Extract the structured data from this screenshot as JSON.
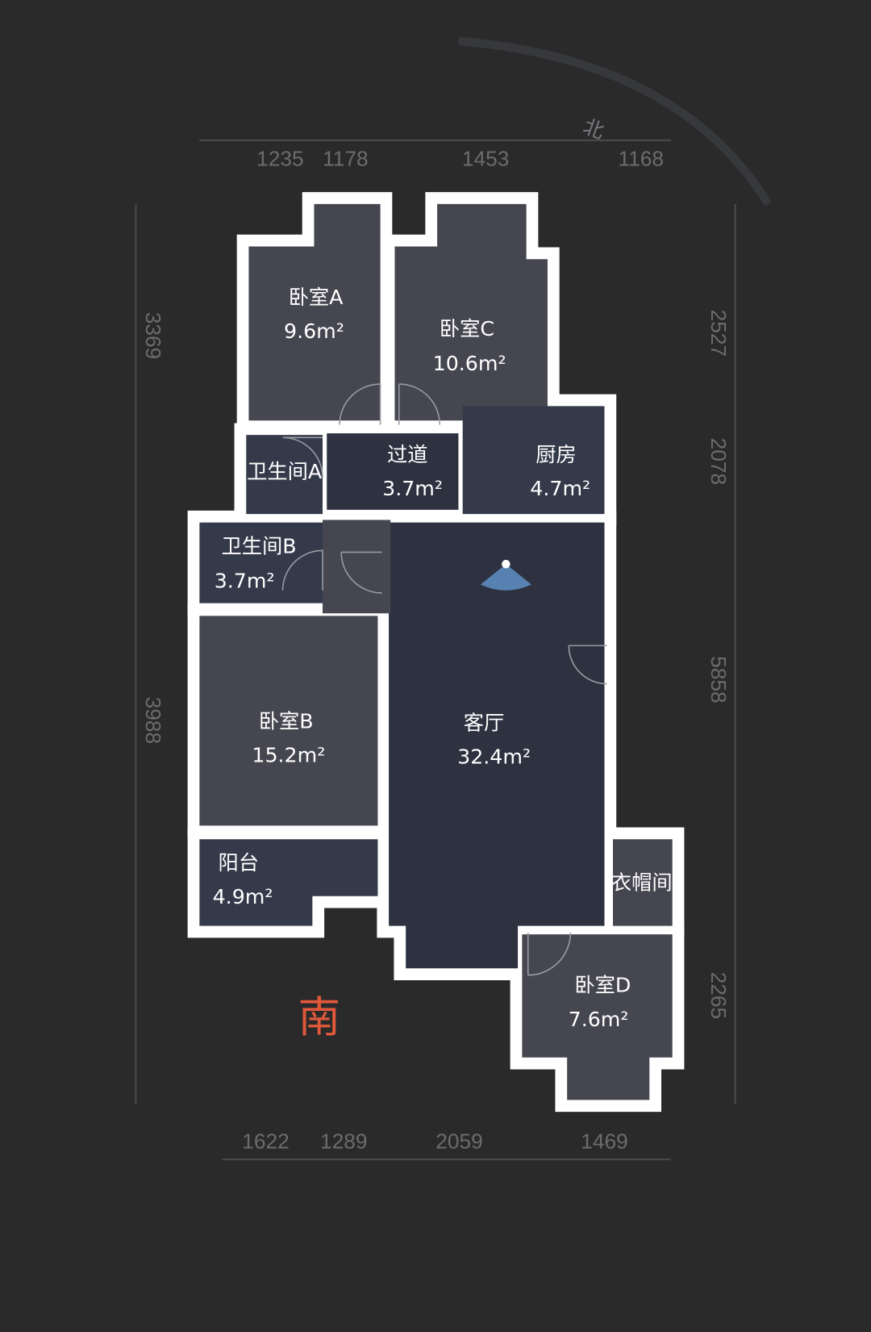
{
  "compass": {
    "north": "北",
    "south": "南",
    "south_color": "#e0583a"
  },
  "rooms": {
    "bedroom_a": {
      "name": "卧室A",
      "area": "9.6m²"
    },
    "bedroom_c": {
      "name": "卧室C",
      "area": "10.6m²"
    },
    "hallway": {
      "name": "过道",
      "area": "3.7m²"
    },
    "kitchen": {
      "name": "厨房",
      "area": "4.7m²"
    },
    "bathroom_a": {
      "name": "卫生间A"
    },
    "bathroom_b": {
      "name": "卫生间B",
      "area": "3.7m²"
    },
    "bedroom_b": {
      "name": "卧室B",
      "area": "15.2m²"
    },
    "living_room": {
      "name": "客厅",
      "area": "32.4m²"
    },
    "balcony": {
      "name": "阳台",
      "area": "4.9m²"
    },
    "cloakroom": {
      "name": "衣帽间"
    },
    "bedroom_d": {
      "name": "卧室D",
      "area": "7.6m²"
    }
  },
  "dimensions": {
    "top": [
      "1235",
      "1178",
      "1453",
      "1168"
    ],
    "bottom": [
      "1622",
      "1289",
      "2059",
      "1469"
    ],
    "left": [
      "3369",
      "3988"
    ],
    "right": [
      "2527",
      "2078",
      "5858",
      "2265"
    ]
  },
  "colors": {
    "background": "#2a2a2b",
    "wall": "#ffffff",
    "bedroom": "#45464f",
    "living": "#2d3140",
    "wet_room": "#343a4a"
  },
  "camera_icon": "view-direction-icon"
}
